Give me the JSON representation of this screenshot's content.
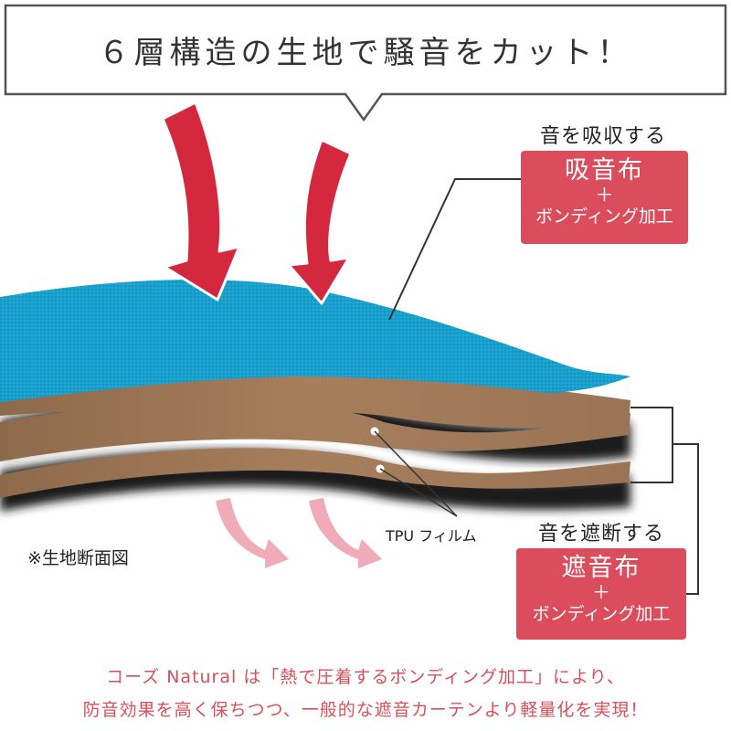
{
  "headline": "６層構造の生地で騒音をカット！",
  "absorb": {
    "heading": "音を吸収する",
    "box_title": "吸音布",
    "box_plus": "＋",
    "box_sub": "ボンディング加工"
  },
  "block": {
    "heading": "音を遮断する",
    "box_title": "遮音布",
    "box_plus": "＋",
    "box_sub": "ボンディング加工"
  },
  "tpu_label": "TPU フィルム",
  "cross_section_note": "※生地断面図",
  "footer": {
    "line1": "コーズ Natural は「熱で圧着するボンディング加工」により、",
    "line2": "防音効果を高く保ちつつ、一般的な遮音カーテンより軽量化を実現！"
  },
  "colors": {
    "accent_red": "#db4d5c",
    "arrow_red": "#d4283f",
    "fabric_blue": "#1aa0cc",
    "fabric_brown": "#9c7555",
    "faded_arrow": "#eda2b0"
  }
}
